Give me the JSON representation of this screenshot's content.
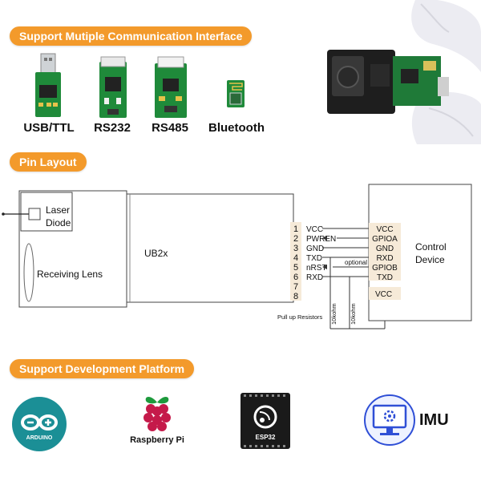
{
  "banners": {
    "communication": "Support Mutiple Communication Interface",
    "pin_layout": "Pin Layout",
    "platform": "Support Development Platform"
  },
  "interfaces": [
    {
      "label": "USB/TTL",
      "icon": "usb-ttl-board-icon"
    },
    {
      "label": "RS232",
      "icon": "rs232-board-icon"
    },
    {
      "label": "RS485",
      "icon": "rs485-board-icon"
    },
    {
      "label": "Bluetooth",
      "icon": "bluetooth-board-icon"
    }
  ],
  "diagram": {
    "laser_line1": "Laser",
    "laser_line2": "Diode",
    "receiving_lens": "Receiving Lens",
    "module": "UB2x",
    "pins": [
      {
        "num": "1",
        "name": "VCC"
      },
      {
        "num": "2",
        "name": "PWREN"
      },
      {
        "num": "3",
        "name": "GND"
      },
      {
        "num": "4",
        "name": "TXD"
      },
      {
        "num": "5",
        "name": "nRST"
      },
      {
        "num": "6",
        "name": "RXD"
      },
      {
        "num": "7",
        "name": ""
      },
      {
        "num": "8",
        "name": ""
      }
    ],
    "control_pins": [
      "VCC",
      "GPIOA",
      "GND",
      "RXD",
      "GPIOB",
      "TXD"
    ],
    "control_vcc": "VCC",
    "control_line1": "Control",
    "control_line2": "Device",
    "optional": "optional",
    "pullup": "Pull up Resistors",
    "resistor1": "10kohm",
    "resistor2": "10kohm"
  },
  "platforms": {
    "arduino": "ARDUINO",
    "raspberry": "Raspberry Pi",
    "esp32": "ESP32",
    "imu": "IMU"
  }
}
